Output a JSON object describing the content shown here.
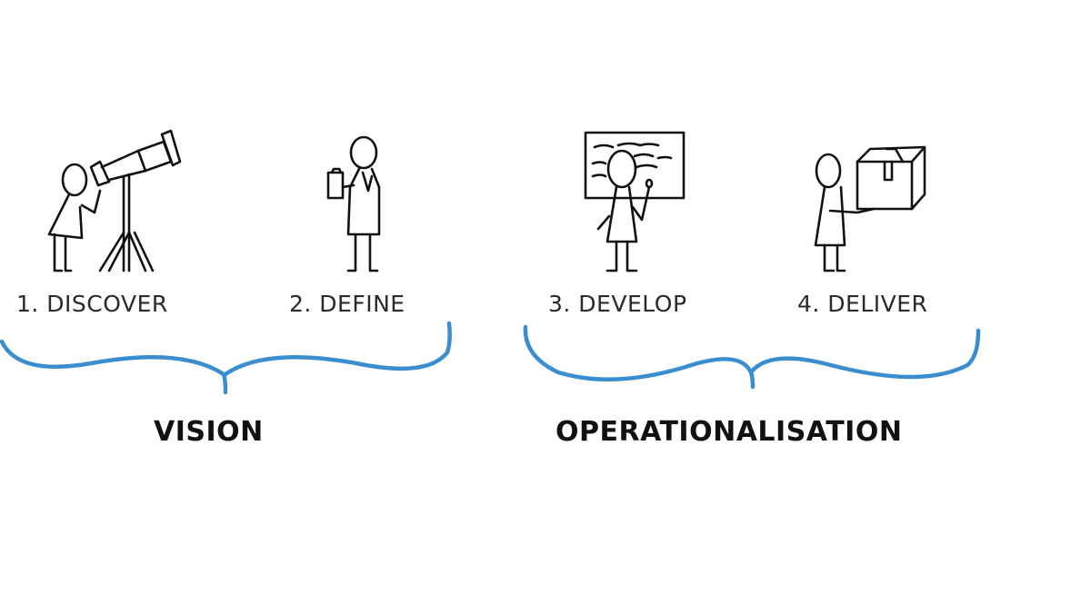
{
  "steps": [
    {
      "label": "1. DISCOVER",
      "icon": "telescope-person-icon"
    },
    {
      "label": "2. DEFINE",
      "icon": "thinking-person-clipboard-icon"
    },
    {
      "label": "3. DEVELOP",
      "icon": "person-whiteboard-icon"
    },
    {
      "label": "4. DELIVER",
      "icon": "person-box-icon"
    }
  ],
  "groups": [
    {
      "label": "VISION",
      "covers": [
        "1. DISCOVER",
        "2. DEFINE"
      ]
    },
    {
      "label": "OPERATIONALISATION",
      "covers": [
        "3. DEVELOP",
        "4. DELIVER"
      ]
    }
  ],
  "colors": {
    "brace": "#3a8ed0",
    "text": "#2a2a2a",
    "group_text": "#111111",
    "background": "#ffffff"
  }
}
